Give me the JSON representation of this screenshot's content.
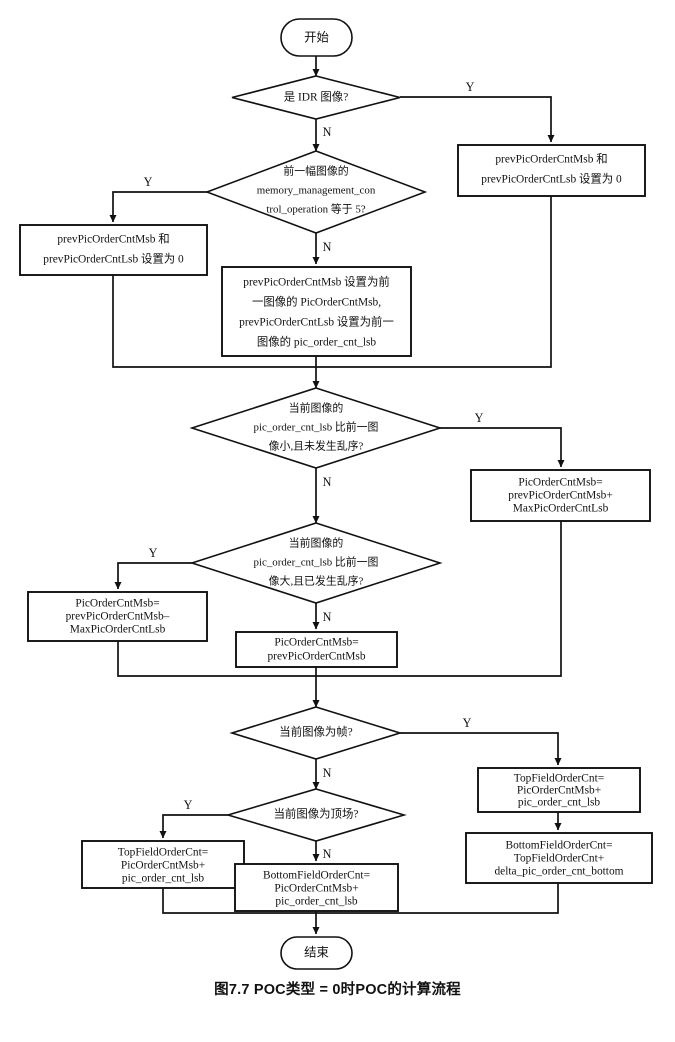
{
  "figure": {
    "caption": "图7.7    POC类型 = 0时POC的计算流程",
    "colors": {
      "stroke": "#111111",
      "fill": "#ffffff",
      "background": "#ffffff"
    }
  },
  "nodes": {
    "start": {
      "type": "terminal",
      "lines": [
        "开始"
      ]
    },
    "d_idr": {
      "type": "decision",
      "lines": [
        "是 IDR 图像?"
      ]
    },
    "b_reset_right": {
      "type": "process",
      "lines": [
        "prevPicOrderCntMsb 和",
        "prevPicOrderCntLsb 设置为 0"
      ]
    },
    "d_mmco5": {
      "type": "decision",
      "lines": [
        "前一幅图像的",
        "memory_management_con",
        "trol_operation 等于 5?"
      ]
    },
    "b_reset_left": {
      "type": "process",
      "lines": [
        "prevPicOrderCntMsb 和",
        "prevPicOrderCntLsb 设置为 0"
      ]
    },
    "b_copy_prev": {
      "type": "process",
      "lines": [
        "prevPicOrderCntMsb 设置为前",
        "一图像的 PicOrderCntMsb,",
        "prevPicOrderCntLsb 设置为前一",
        "图像的 pic_order_cnt_lsb"
      ]
    },
    "d_lsb_small": {
      "type": "decision",
      "lines": [
        "当前图像的",
        "pic_order_cnt_lsb 比前一图",
        "像小,且未发生乱序?"
      ]
    },
    "b_msb_plus": {
      "type": "process",
      "lines": [
        "PicOrderCntMsb=",
        "prevPicOrderCntMsb+",
        "MaxPicOrderCntLsb"
      ]
    },
    "d_lsb_large": {
      "type": "decision",
      "lines": [
        "当前图像的",
        "pic_order_cnt_lsb 比前一图",
        "像大,且已发生乱序?"
      ]
    },
    "b_msb_minus": {
      "type": "process",
      "lines": [
        "PicOrderCntMsb=",
        "prevPicOrderCntMsb–",
        "MaxPicOrderCntLsb"
      ]
    },
    "b_msb_eq": {
      "type": "process",
      "lines": [
        "PicOrderCntMsb=",
        "prevPicOrderCntMsb"
      ]
    },
    "d_is_frame": {
      "type": "decision",
      "lines": [
        "当前图像为帧?"
      ]
    },
    "b_top_right": {
      "type": "process",
      "lines": [
        "TopFieldOrderCnt=",
        "PicOrderCntMsb+",
        "pic_order_cnt_lsb"
      ]
    },
    "d_is_top_field": {
      "type": "decision",
      "lines": [
        "当前图像为顶场?"
      ]
    },
    "b_top_left": {
      "type": "process",
      "lines": [
        "TopFieldOrderCnt=",
        "PicOrderCntMsb+",
        "pic_order_cnt_lsb"
      ]
    },
    "b_bottom_mid": {
      "type": "process",
      "lines": [
        "BottomFieldOrderCnt=",
        "PicOrderCntMsb+",
        "pic_order_cnt_lsb"
      ]
    },
    "b_bottom_right": {
      "type": "process",
      "lines": [
        "BottomFieldOrderCnt=",
        "TopFieldOrderCnt+",
        "delta_pic_order_cnt_bottom"
      ]
    },
    "end": {
      "type": "terminal",
      "lines": [
        "结束"
      ]
    }
  },
  "branch_labels": {
    "idr_yes": "Y",
    "idr_no": "N",
    "mmco5_yes": "Y",
    "mmco5_no": "N",
    "lsb_small_yes": "Y",
    "lsb_small_no": "N",
    "lsb_large_yes": "Y",
    "lsb_large_no": "N",
    "is_frame_yes": "Y",
    "is_frame_no": "N",
    "is_top_field_yes": "Y",
    "is_top_field_no": "N"
  }
}
